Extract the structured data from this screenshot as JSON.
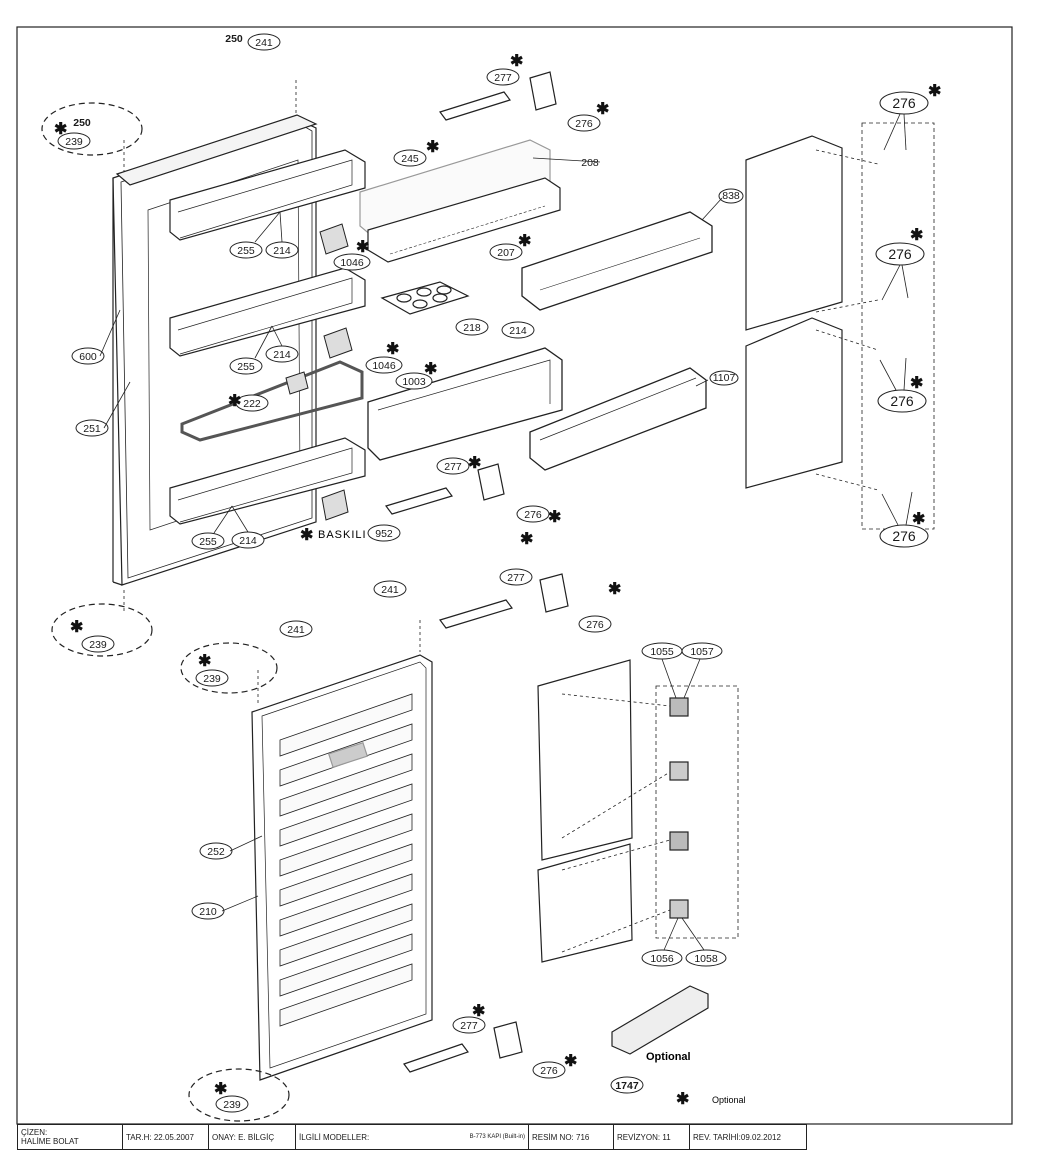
{
  "labels": {
    "n250a": "250",
    "n241a": "241",
    "n239a": "239",
    "n250b": "250",
    "n600": "600",
    "n251": "251",
    "n255a": "255",
    "n214a": "214",
    "n255b": "255",
    "n214b": "214",
    "n255c": "255",
    "n214c": "214",
    "n222": "222",
    "n1046a": "1046",
    "n1046b": "1046",
    "n1003": "1003",
    "n952": "952",
    "n245": "245",
    "n208": "208",
    "n207": "207",
    "n218": "218",
    "n214d": "214",
    "n838": "838",
    "n1107": "1107",
    "n277a": "277",
    "n276a": "276",
    "n277b": "277",
    "n276b": "276",
    "n276c": "276",
    "n276d": "276",
    "n276e": "276",
    "n276f": "276",
    "n239b": "239",
    "n239c": "239",
    "n239d": "239",
    "n241b": "241",
    "n241c": "241",
    "n252": "252",
    "n210": "210",
    "n277c": "277",
    "n276g": "276",
    "n277d": "277",
    "n276h": "276",
    "n1055": "1055",
    "n1057": "1057",
    "n1056": "1056",
    "n1058": "1058",
    "n1747": "1747",
    "baskili": "BASKILI",
    "optional_device": "Optional",
    "optional_legend": "Optional",
    "star": "✱"
  },
  "title_block": {
    "cizen_label": "ÇİZEN:",
    "cizen_name": "HALİME BOLAT",
    "tarih": "TAR.H: 22.05.2007",
    "onay": "ONAY: E. BİLGİÇ",
    "ilgili_label": "İLGİLİ MODELLER:",
    "ilgili_value": "B-773 KAPI (Built-in)",
    "resim": "RESİM NO: 716",
    "revizyon": "REVİZYON: 11",
    "rev_tarih": "REV. TARİHİ:09.02.2012"
  },
  "colors": {
    "line": "#222222",
    "gray": "#888888",
    "light": "#cccccc"
  }
}
